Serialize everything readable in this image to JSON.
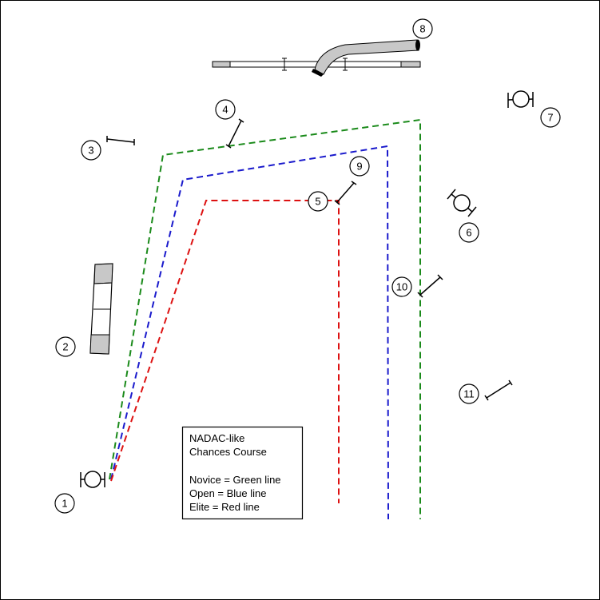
{
  "legend": {
    "title_line1": "NADAC-like",
    "title_line2": "Chances Course",
    "novice": "Novice = Green line",
    "open": "Open = Blue line",
    "elite": "Elite = Red line"
  },
  "obstacles": [
    {
      "number": "1",
      "type": "tire"
    },
    {
      "number": "2",
      "type": "table"
    },
    {
      "number": "3",
      "type": "jump"
    },
    {
      "number": "4",
      "type": "jump"
    },
    {
      "number": "5",
      "type": "jump"
    },
    {
      "number": "6",
      "type": "tire"
    },
    {
      "number": "7",
      "type": "tire"
    },
    {
      "number": "8",
      "type": "tunnel"
    },
    {
      "number": "9",
      "type": "jump"
    },
    {
      "number": "10",
      "type": "jump"
    },
    {
      "number": "11",
      "type": "jump"
    }
  ],
  "colors": {
    "novice": "#1a8a1a",
    "open": "#1a1acc",
    "elite": "#dd1111",
    "equipment_fill": "#c8c8c8"
  }
}
